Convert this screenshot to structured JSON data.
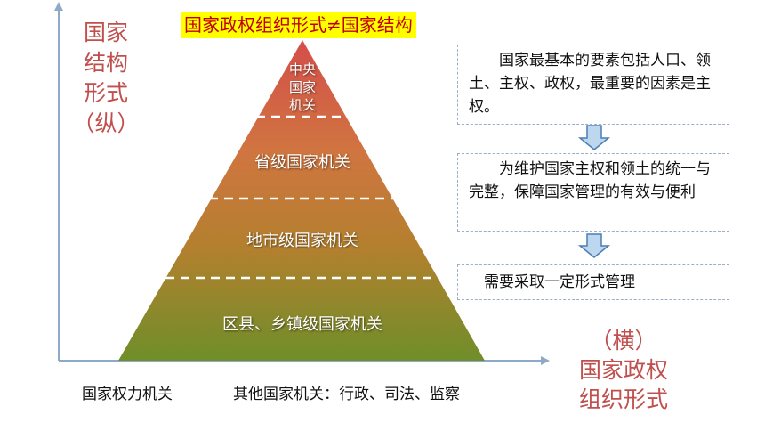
{
  "title": "国家政权组织形式≠国家结构",
  "y_axis_title": [
    "国家",
    "结构",
    "形式",
    "（纵）"
  ],
  "x_axis_title": [
    "（横）",
    "国家政权",
    "组织形式"
  ],
  "pyramid": {
    "tiers": [
      {
        "label": "中央\n国家\n机关",
        "color": "#cc5e4e"
      },
      {
        "label": "省级国家机关",
        "color": "#d0723f"
      },
      {
        "label": "地市级国家机关",
        "color": "#b47a2f"
      },
      {
        "label": "区县、乡镇级国家机关",
        "color": "#788c2a"
      }
    ]
  },
  "flow_boxes": [
    "国家最基本的要素包括人口、领土、主权、政权，最重要的因素是主权。",
    "为维护国家主权和领土的统一与完整，保障国家管理的有效与便利",
    "需要采取一定形式管理"
  ],
  "bottom_labels": {
    "left": "国家权力机关",
    "right": "其他国家机关：行政、司法、监察"
  },
  "colors": {
    "banner_bg": "#ffff00",
    "banner_text": "#c00000",
    "axis_title": "#c0504d",
    "axis": "#8fa9c8",
    "arrow_fill": "#bdd7ee",
    "arrow_stroke": "#4a7fb6"
  }
}
